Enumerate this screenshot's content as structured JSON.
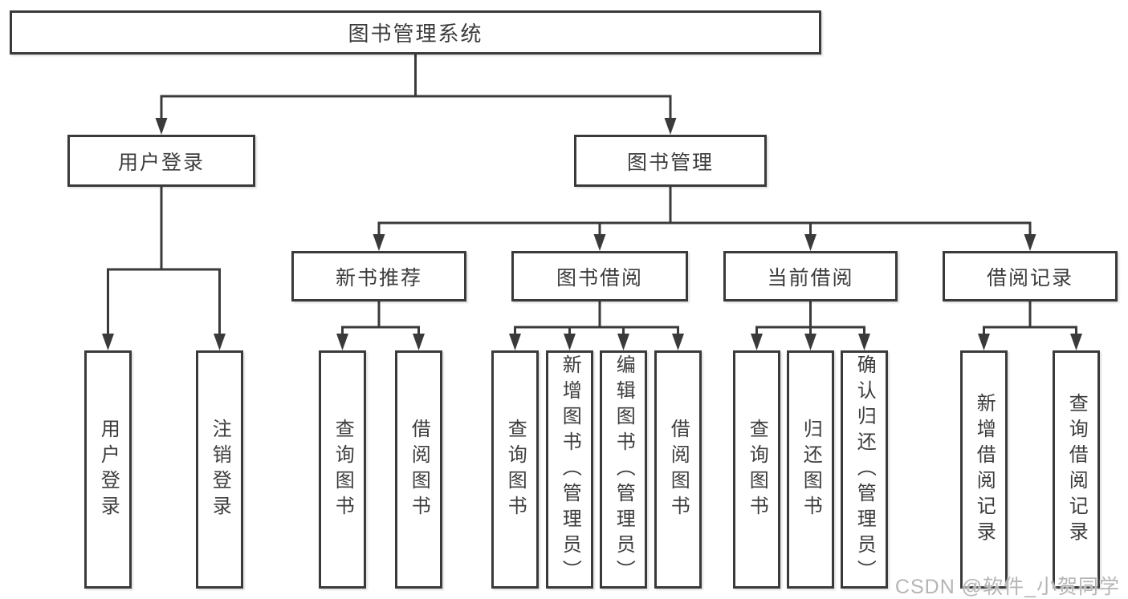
{
  "colors": {
    "line": "#3a3a3a",
    "box_border": "#3a3a3a",
    "text": "#3c3c3c",
    "background": "#ffffff",
    "watermark": "#b5b5b5"
  },
  "diagram": {
    "root": {
      "label": "图书管理系统"
    },
    "branches": [
      {
        "label": "用户登录",
        "leaves": [
          "用户登录",
          "注销登录"
        ]
      },
      {
        "label": "图书管理",
        "sections": [
          {
            "label": "新书推荐",
            "leaves": [
              "查询图书",
              "借阅图书"
            ]
          },
          {
            "label": "图书借阅",
            "leaves": [
              "查询图书",
              "新增图书（管理员）",
              "编辑图书（管理员）",
              "借阅图书"
            ]
          },
          {
            "label": "当前借阅",
            "leaves": [
              "查询图书",
              "归还图书",
              "确认归还（管理员）"
            ]
          },
          {
            "label": "借阅记录",
            "leaves": [
              "新增借阅记录",
              "查询借阅记录"
            ]
          }
        ]
      }
    ]
  },
  "watermark": {
    "text": "CSDN @软件_小贺同学"
  }
}
